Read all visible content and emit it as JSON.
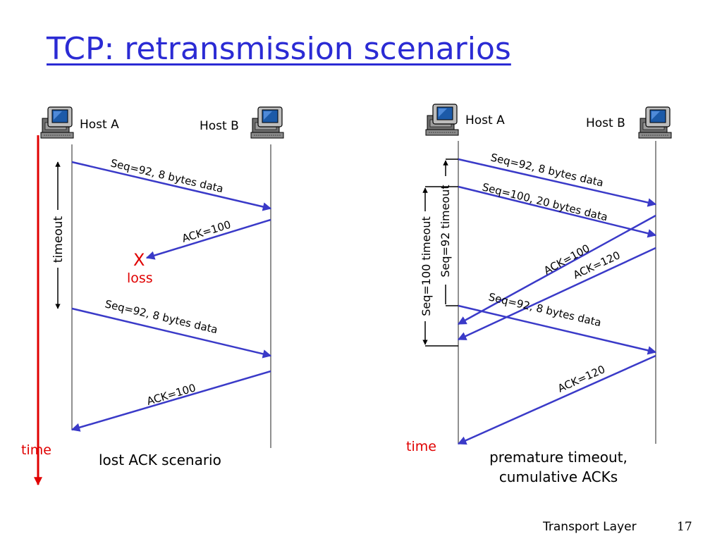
{
  "title": "TCP: retransmission scenarios",
  "footer": {
    "label": "Transport Layer",
    "page": "17"
  },
  "colors": {
    "title": "#2b2bd4",
    "arrow": "#3a3ac8",
    "time_axis": "#e00000",
    "loss": "#e00000",
    "text": "#000000"
  },
  "icons": {
    "host": "computer-icon"
  },
  "left": {
    "host_a": "Host A",
    "host_b": "Host B",
    "timeout": "timeout",
    "loss_mark": "X",
    "loss": "loss",
    "time": "time",
    "caption": "lost ACK scenario",
    "messages": [
      {
        "label": "Seq=92, 8 bytes data",
        "direction": "A→B"
      },
      {
        "label": "ACK=100",
        "direction": "B→A",
        "lost": true
      },
      {
        "label": "Seq=92, 8 bytes data",
        "direction": "A→B"
      },
      {
        "label": "ACK=100",
        "direction": "B→A"
      }
    ]
  },
  "right": {
    "host_a": "Host A",
    "host_b": "Host B",
    "timeout_seq92": "Seq=92 timeout",
    "timeout_seq100": "Seq=100 timeout",
    "time": "time",
    "caption_line1": "premature timeout,",
    "caption_line2": "cumulative ACKs",
    "messages": [
      {
        "label": "Seq=92, 8 bytes data",
        "direction": "A→B"
      },
      {
        "label": "Seq=100, 20 bytes data",
        "direction": "A→B"
      },
      {
        "label": "ACK=100",
        "direction": "B→A"
      },
      {
        "label": "ACK=120",
        "direction": "B→A"
      },
      {
        "label": "Seq=92, 8 bytes data",
        "direction": "A→B"
      },
      {
        "label": "ACK=120",
        "direction": "B→A"
      }
    ]
  }
}
